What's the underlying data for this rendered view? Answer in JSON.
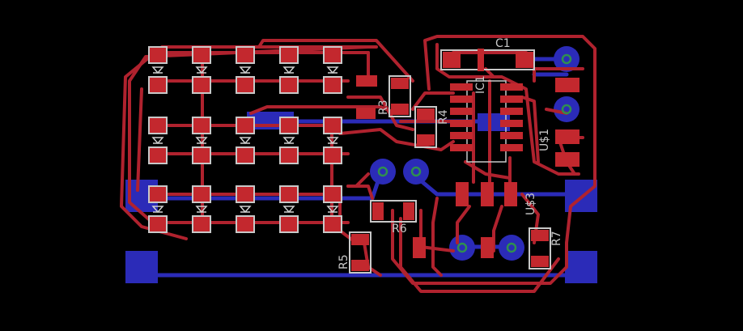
{
  "board": {
    "colors": {
      "background": "#000000",
      "top_copper": "#b0222e",
      "bottom_copper": "#2b2bb8",
      "pad": "#c3282e",
      "silkscreen": "#c8c8c8",
      "drill": "#2f8f4f"
    },
    "labels": {
      "c1": "C1",
      "ic1": "IC1",
      "r3": "R3",
      "r4": "R4",
      "r5": "R5",
      "r6": "R6",
      "r7": "R7",
      "u1": "U$1",
      "u3": "U$3"
    }
  }
}
